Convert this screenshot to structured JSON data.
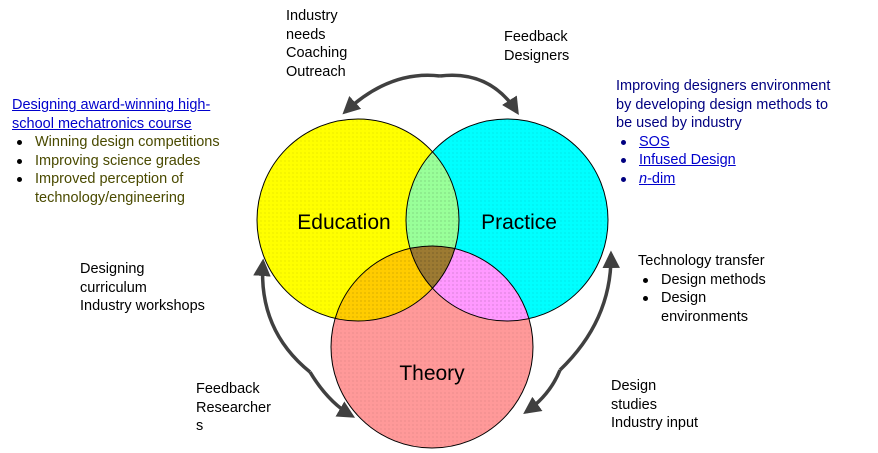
{
  "circles": {
    "education": {
      "label": "Education",
      "color": "#ffff00"
    },
    "practice": {
      "label": "Practice",
      "color": "#00ffff"
    },
    "theory": {
      "label": "Theory",
      "color": "#ff9999"
    },
    "overlap_education_practice": "#99ff99",
    "overlap_education_theory": "#ffcc00",
    "overlap_practice_theory": "#ff99ff",
    "overlap_center": "#9c7a32"
  },
  "top_left_note": {
    "lines": [
      "Industry",
      "needs",
      "Coaching",
      "Outreach"
    ]
  },
  "top_right_note": {
    "lines": [
      "Feedback",
      "Designers"
    ]
  },
  "left_block": {
    "link": [
      "Designing award-winning high-",
      "school mechatronics course"
    ],
    "bullets": [
      "Winning design competitions",
      "Improving science grades",
      "Improved perception of",
      "technology/engineering"
    ]
  },
  "right_block": {
    "intro": [
      "Improving designers environment",
      "by developing design methods to",
      "be used by industry"
    ],
    "links": [
      "SOS",
      "Infused Design"
    ],
    "ndim": {
      "italic": "n",
      "rest": "-dim"
    }
  },
  "left_mid_note": {
    "lines": [
      "Designing",
      "curriculum",
      "Industry workshops"
    ]
  },
  "right_mid_note": {
    "title": "Technology transfer",
    "bullets": [
      "Design methods",
      "Design",
      "environments"
    ]
  },
  "bottom_left_note": {
    "lines": [
      "Feedback",
      "Researcher",
      "s"
    ]
  },
  "bottom_right_note": {
    "lines": [
      "Design",
      "studies",
      "Industry input"
    ]
  },
  "arrow_color": "#404040"
}
